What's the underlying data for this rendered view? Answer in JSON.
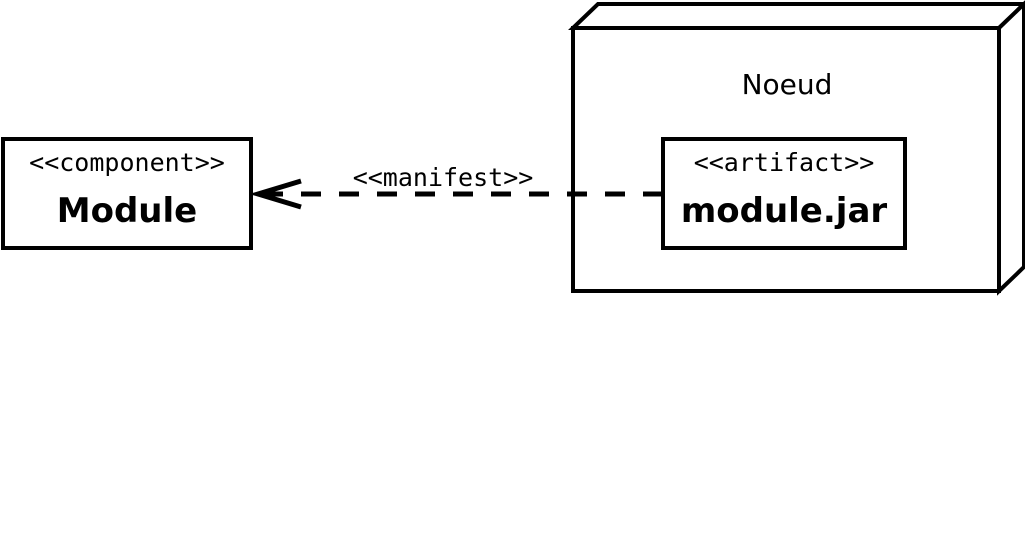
{
  "diagram": {
    "component": {
      "stereotype": "<<component>>",
      "name": "Module"
    },
    "node": {
      "name": "Noeud"
    },
    "artifact": {
      "stereotype": "<<artifact>>",
      "name": "module.jar"
    },
    "dependency": {
      "label": "<<manifest>>"
    },
    "colors": {
      "stroke": "#000000",
      "fill": "#ffffff"
    }
  }
}
